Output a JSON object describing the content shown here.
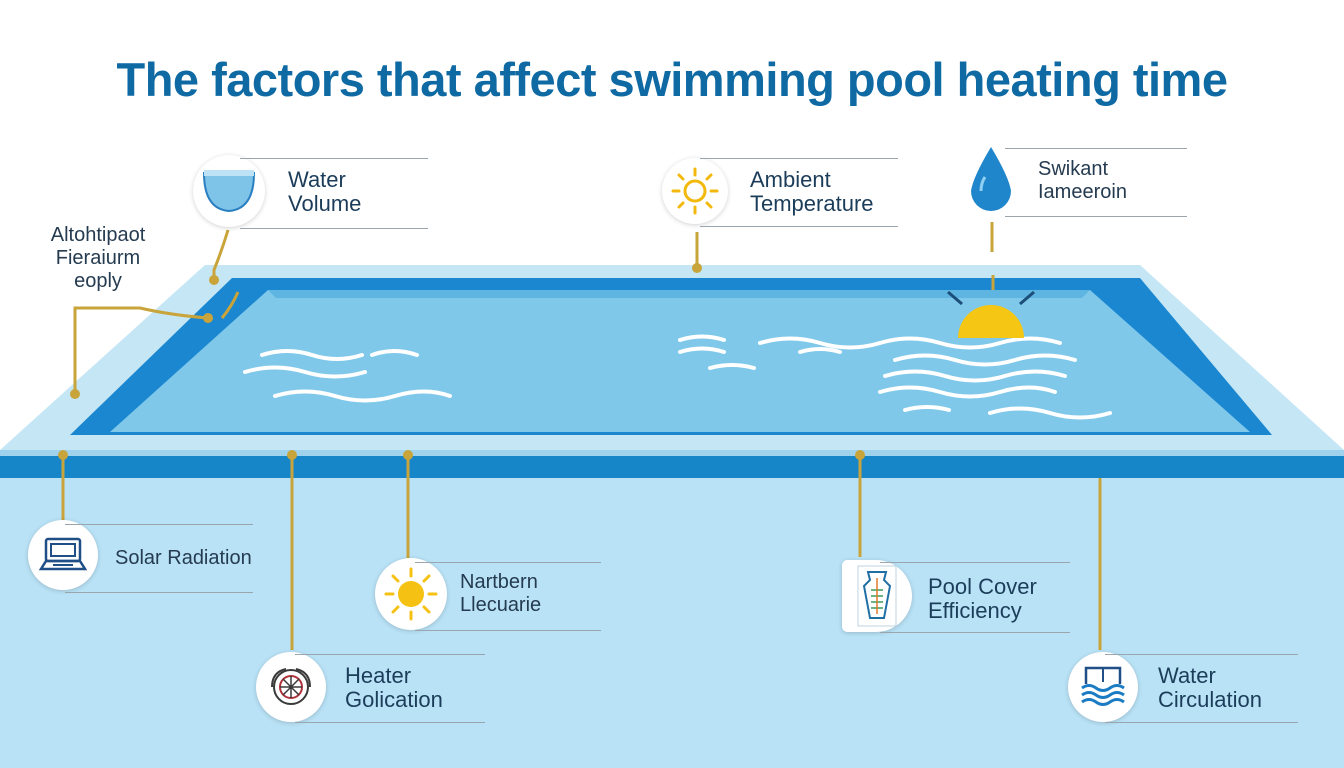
{
  "title": "The factors that affect swimming pool heating time",
  "factors": {
    "water_volume": {
      "line1": "Water",
      "line2": "Volume",
      "icon": "water-glass-icon"
    },
    "ambient_temperature": {
      "line1": "Ambient",
      "line2": "Temperature",
      "icon": "sun-outline-icon"
    },
    "swikant": {
      "line1": "Swikant",
      "line2": "Iameeroin",
      "icon": "water-drop-icon"
    },
    "side_note": {
      "line1": "Altohtipaot",
      "line2": "Fieraiurm",
      "line3": "eoply"
    },
    "solar_radiation": {
      "line1": "Solar Radiation",
      "icon": "solar-panel-icon"
    },
    "nartbern": {
      "line1": "Nartbern",
      "line2": "Llecuarie",
      "icon": "sun-icon"
    },
    "heater": {
      "line1": "Heater",
      "line2": "Golication",
      "icon": "heater-fan-icon"
    },
    "pool_cover": {
      "line1": "Pool Cover",
      "line2": "Efficiency",
      "icon": "pool-cover-icon"
    },
    "water_circulation": {
      "line1": "Water",
      "line2": "Circulation",
      "icon": "water-waves-icon"
    }
  },
  "colors": {
    "title": "#0f6aa3",
    "pool_water": "#7cc7ea",
    "pool_rim": "#1a86cf",
    "pool_deck": "#bfe3f4",
    "leader_line": "#c9a43a",
    "sun": "#f4c20d"
  }
}
